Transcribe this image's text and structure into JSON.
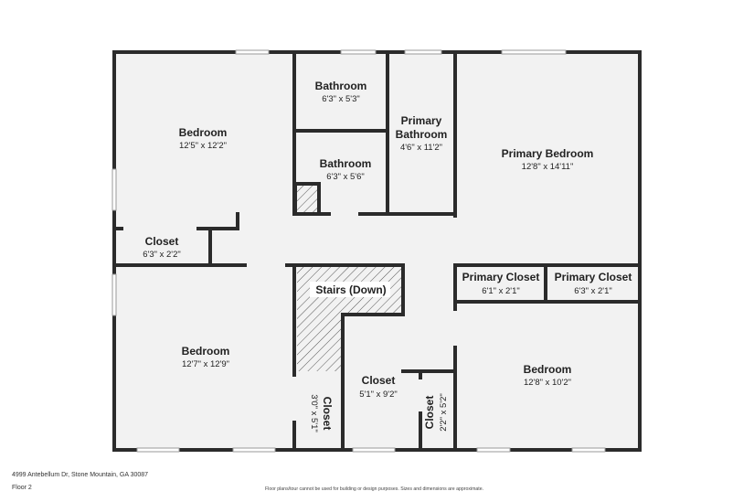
{
  "rooms": {
    "bedroom_nw": {
      "name": "Bedroom",
      "dims": "12'5\" x 12'2\""
    },
    "bathroom_1": {
      "name": "Bathroom",
      "dims": "6'3\" x 5'3\""
    },
    "bathroom_2": {
      "name": "Bathroom",
      "dims": "6'3\" x 5'6\""
    },
    "primary_bathroom": {
      "name_line1": "Primary",
      "name_line2": "Bathroom",
      "dims": "4'6\" x 11'2\""
    },
    "primary_bedroom": {
      "name": "Primary Bedroom",
      "dims": "12'8\" x 14'11\""
    },
    "closet_nw": {
      "name": "Closet",
      "dims": "6'3\" x 2'2\""
    },
    "primary_closet_1": {
      "name": "Primary Closet",
      "dims": "6'1\" x 2'1\""
    },
    "primary_closet_2": {
      "name": "Primary Closet",
      "dims": "6'3\" x 2'1\""
    },
    "stairs": {
      "name": "Stairs (Down)"
    },
    "bedroom_sw": {
      "name": "Bedroom",
      "dims": "12'7\" x 12'9\""
    },
    "closet_vert_1": {
      "name": "Closet",
      "dims": "3'0\" x 5'1\""
    },
    "closet_center": {
      "name": "Closet",
      "dims": "5'1\" x 9'2\""
    },
    "closet_vert_2": {
      "name": "Closet",
      "dims": "2'2\" x 5'2\""
    },
    "bedroom_se": {
      "name": "Bedroom",
      "dims": "12'8\" x 10'2\""
    }
  },
  "footer": {
    "address": "4999 Antebellum Dr, Stone Mountain, GA 30087",
    "floor": "Floor 2",
    "disclaimer": "Floor plans/tour cannot be used for building or design purposes. Sizes and dimensions are approximate."
  },
  "colors": {
    "wall": "#2b2b2b",
    "floor": "#f2f2f2",
    "window": "#cfcfcf"
  }
}
